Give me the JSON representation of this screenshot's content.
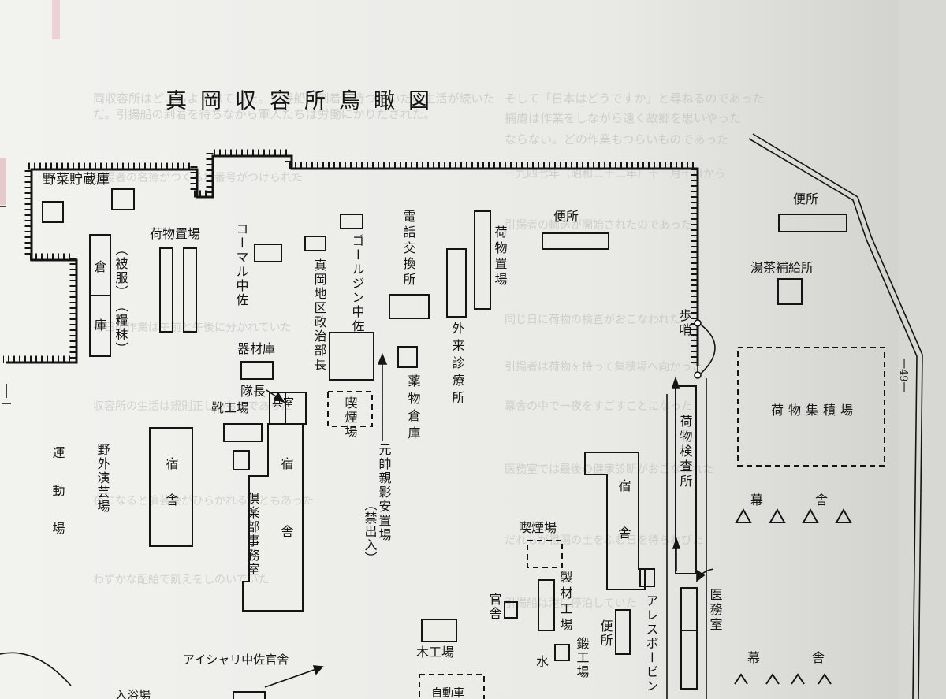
{
  "title": "真岡収容所鳥瞰図",
  "page_number": "一49一",
  "labels": {
    "yasai_soko": "野菜貯蔵庫",
    "nimotsu_okiba_1": "荷物置場",
    "kura": "倉",
    "ko": "庫",
    "hifuku": "（被服）",
    "ryomatsu": "（糧秣）",
    "komaru": "コーマル中佐",
    "seiji_bucho": "真岡地区政治部長",
    "gorujin": "ゴールジン中佐",
    "denwa": "電話交換所",
    "nimotsu_okiba_2": "荷物置場",
    "benjo_1": "便所",
    "benjo_2": "便所",
    "yucha": "湯茶補給所",
    "hosho": "歩哨",
    "kizai": "器材庫",
    "gairai": "外来診療所",
    "yakubutsu": "薬物倉庫",
    "kitsuen_1": "喫煙場",
    "gensui": "元帥親影安置場",
    "kinshi": "（禁出入）",
    "taicho": "隊長",
    "heishitsu": "兵室",
    "kutsuko": "靴工場",
    "undojo": "運動場",
    "yagai": "野外演芸場",
    "shukusha_1": "宿舎",
    "shukusha_2": "宿舎",
    "kurabu": "倶楽部事務室",
    "nimotsu_kensa": "荷物検査所",
    "nimotsu_shuseki": "荷物集積場",
    "bakusha_1": "幕舎",
    "shukusha_3": "宿舎",
    "kitsuen_2": "喫煙場",
    "seizai": "製材工場",
    "kansha": "官舎",
    "aresubobin": "アレスボービン",
    "imushitsu": "医務室",
    "benjo_3": "便所",
    "tanko": "鍛工場",
    "mizu": "水",
    "mokko": "木工場",
    "aishari": "アイシャリ中佐官舎",
    "bakusha_2": "幕舎",
    "nyuyoku": "入浴場",
    "jidosha": "自動車"
  },
  "colors": {
    "paper": "#efefec",
    "ink": "#141414",
    "shadow": "#9f9f9c"
  }
}
